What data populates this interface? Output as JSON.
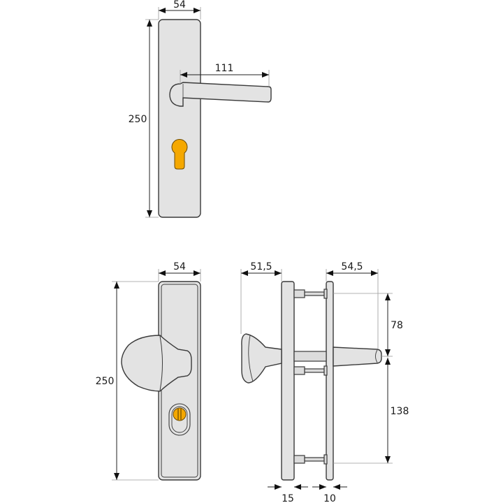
{
  "drawing": {
    "title": "Door handle set technical dimensions",
    "colors": {
      "part_fill": "#e3e3e3",
      "outline": "#3a3a3a",
      "cylinder_accent": "#f5a800",
      "dimension_line": "#222222"
    },
    "views": [
      {
        "name": "lever-handle-front-view",
        "dimensions": {
          "plate_width": "54",
          "plate_height": "250",
          "lever_length": "111"
        }
      },
      {
        "name": "knob-front-view",
        "dimensions": {
          "plate_width": "54",
          "plate_height": "250"
        }
      },
      {
        "name": "side-view",
        "dimensions": {
          "knob_projection": "51,5",
          "lever_projection": "54,5",
          "upper_spacing": "78",
          "lower_spacing": "138",
          "outer_plate_thickness": "15",
          "inner_plate_thickness": "10"
        }
      }
    ]
  }
}
